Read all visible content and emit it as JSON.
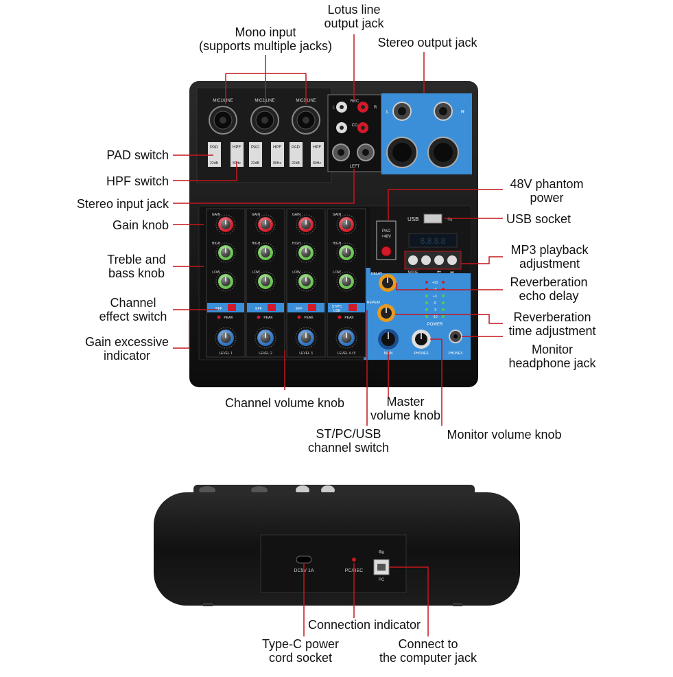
{
  "callouts": {
    "lotus_line_output": [
      "Lotus line",
      "output jack"
    ],
    "mono_input": [
      "Mono input",
      "(supports multiple jacks)"
    ],
    "stereo_output": [
      "Stereo output jack"
    ],
    "pad_switch": [
      "PAD switch"
    ],
    "hpf_switch": [
      "HPF switch"
    ],
    "stereo_input": [
      "Stereo input jack"
    ],
    "gain_knob": [
      "Gain knob"
    ],
    "treble_bass": [
      "Treble and",
      "bass knob"
    ],
    "channel_effect": [
      "Channel",
      "effect switch"
    ],
    "gain_excessive": [
      "Gain excessive",
      "indicator"
    ],
    "phantom_48v": [
      "48V phantom",
      "power"
    ],
    "usb_socket": [
      "USB socket"
    ],
    "mp3_playback": [
      "MP3 playback",
      "adjustment"
    ],
    "reverb_delay": [
      "Reverberation",
      "echo delay"
    ],
    "reverb_time": [
      "Reverberation",
      "time adjustment"
    ],
    "monitor_headphone": [
      "Monitor",
      "headphone jack"
    ],
    "channel_volume": [
      "Channel volume knob"
    ],
    "master_volume": [
      "Master",
      "volume knob"
    ],
    "monitor_volume": [
      "Monitor volume knob"
    ],
    "st_pc_usb": [
      "ST/PC/USB",
      "channel switch"
    ],
    "connection_indicator": [
      "Connection indicator"
    ],
    "type_c": [
      "Type-C power",
      "cord socket"
    ],
    "computer_jack": [
      "Connect to",
      "the computer jack"
    ]
  },
  "panel": {
    "mic_labels": [
      "MIC1/LINE",
      "MIC2/LINE",
      "MIC3/LINE"
    ],
    "pad_label": "PAD",
    "pad_value": "22dB",
    "hpf_label": "HPF",
    "hpf_value": "80Hz",
    "rec_label": "REC",
    "cd_label": "CD",
    "left_label": "LEFT",
    "l": "L",
    "r": "R",
    "gain_label": "GAIN",
    "high_label": "HIGH",
    "low_label": "LOW",
    "eff_label": "EFF",
    "stpc_label": "ST/PC",
    "usb_small": "USB",
    "peak_label": "PEAK",
    "level_labels": [
      "LEVEL 1",
      "LEVEL 2",
      "LEVEL 3",
      "LEVEL 4 / 5"
    ],
    "usb_label": "USB",
    "phantom_label": [
      "PAD",
      "+48V"
    ],
    "mp3_buttons": [
      "MODE",
      "⏮",
      "⏭"
    ],
    "delay_label": "DELAY",
    "repeat_label": "REPEAT",
    "meter_labels": [
      "+10",
      "+6",
      "+3",
      "0",
      "-3",
      "-10"
    ],
    "power_label": "POWER",
    "main_label": "MAIN",
    "phones_label": "PHONES",
    "phones_jack_label": "PHONES"
  },
  "rear": {
    "dc_label": "DC5V 1A",
    "pcrec_label": "PC/REC",
    "pc_label": "PC"
  },
  "colors": {
    "body": "#141414",
    "blue": "#3a8fd8",
    "red_knob": "#d21a2a",
    "green_knob": "#66c24a",
    "blue_knob": "#2a6fc0",
    "orange_knob": "#e89a20",
    "leader": "#c4161c"
  }
}
